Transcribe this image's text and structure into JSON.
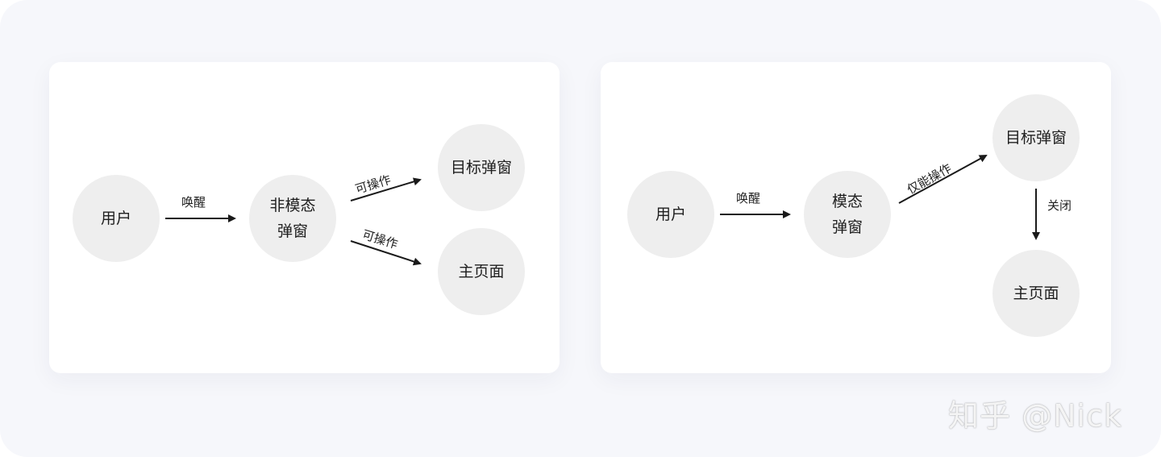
{
  "colors": {
    "page_background": "#f6f7fb",
    "panel_background": "#ffffff",
    "node_fill": "#eeeeee",
    "text": "#1f1f1f",
    "arrow": "#1a1a1a"
  },
  "diagrams": [
    {
      "nodes": [
        {
          "id": "user",
          "label": "用户"
        },
        {
          "id": "non-modal-popup",
          "label": "非模态\n弹窗"
        },
        {
          "id": "target-popup",
          "label": "目标弹窗"
        },
        {
          "id": "main-page",
          "label": "主页面"
        }
      ],
      "edges": [
        {
          "from": "user",
          "to": "non-modal-popup",
          "label": "唤醒"
        },
        {
          "from": "non-modal-popup",
          "to": "target-popup",
          "label": "可操作"
        },
        {
          "from": "non-modal-popup",
          "to": "main-page",
          "label": "可操作"
        }
      ]
    },
    {
      "nodes": [
        {
          "id": "user",
          "label": "用户"
        },
        {
          "id": "modal-popup",
          "label": "模态\n弹窗"
        },
        {
          "id": "target-popup",
          "label": "目标弹窗"
        },
        {
          "id": "main-page",
          "label": "主页面"
        }
      ],
      "edges": [
        {
          "from": "user",
          "to": "modal-popup",
          "label": "唤醒"
        },
        {
          "from": "modal-popup",
          "to": "target-popup",
          "label": "仅能操作"
        },
        {
          "from": "target-popup",
          "to": "main-page",
          "label": "关闭"
        }
      ]
    }
  ],
  "watermark": "知乎 @Nick"
}
